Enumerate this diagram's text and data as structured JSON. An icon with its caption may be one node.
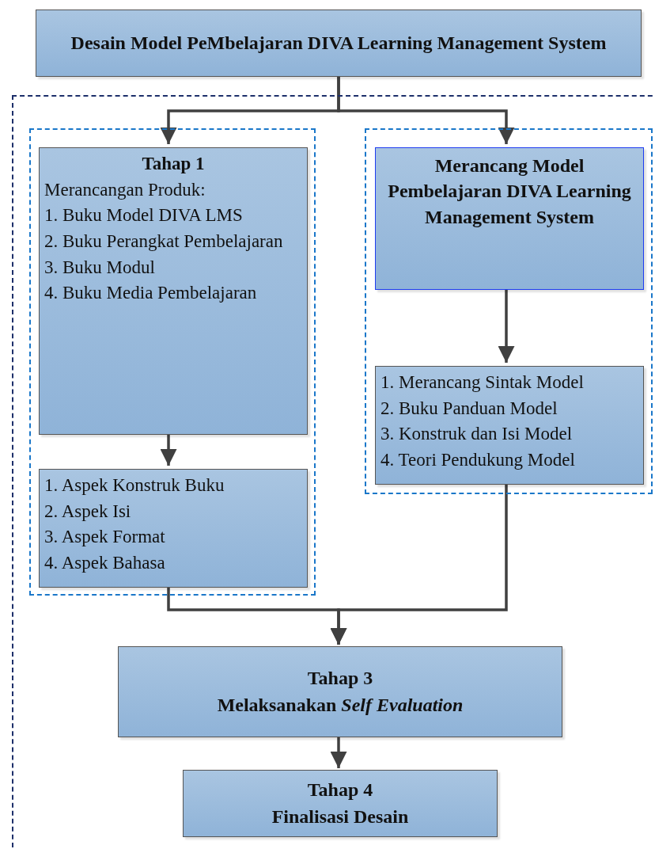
{
  "diagram": {
    "nodes": [
      {
        "text": [
          "Desain Model PeMbelajaran DIVA Learning Management System"
        ]
      },
      {
        "text": [],
        "shape": "box"
      },
      {
        "text": [],
        "shape": "box",
        "in": 1
      },
      {
        "text": [
          "Tahap 1",
          "Merancangan Produk:",
          "1. Buku Model DIVA LMS",
          "2. Buku Perangkat Pembelajaran",
          "3. Buku Modul",
          "4. Buku Media Pembelajaran"
        ],
        "in": 2
      },
      {
        "text": [
          "1. Aspek Konstruk Buku",
          "2. Aspek Isi",
          "3. Aspek Format",
          "4. Aspek Bahasa"
        ],
        "in": 2
      },
      {
        "text": [],
        "shape": "box",
        "in": 1
      },
      {
        "text": [
          "Merancang Model Pembelajaran DIVA Learning Management System"
        ],
        "in": 5
      },
      {
        "text": [
          "1. Merancang Sintak Model",
          "2. Buku Panduan Model",
          "3. Konstruk dan Isi Model",
          "4. Teori Pendukung Model"
        ],
        "in": 5
      },
      {
        "text": [
          "Tahap 3",
          "Melaksanakan *Self Evaluation*"
        ],
        "in": 1
      },
      {
        "text": [
          "Tahap 4",
          "Finalisasi Desain"
        ],
        "in": 1
      }
    ],
    "edges": [
      {
        "from": 0,
        "to": 3,
        "arrow": "to"
      },
      {
        "from": 0,
        "to": 6,
        "arrow": "to"
      },
      {
        "from": 3,
        "to": 4,
        "arrow": "to"
      },
      {
        "from": 6,
        "to": 7,
        "arrow": "to"
      },
      {
        "from": 4,
        "to": 8,
        "arrow": "to"
      },
      {
        "from": 7,
        "to": 8,
        "arrow": "to"
      },
      {
        "from": 8,
        "to": 9,
        "arrow": "to"
      }
    ]
  }
}
